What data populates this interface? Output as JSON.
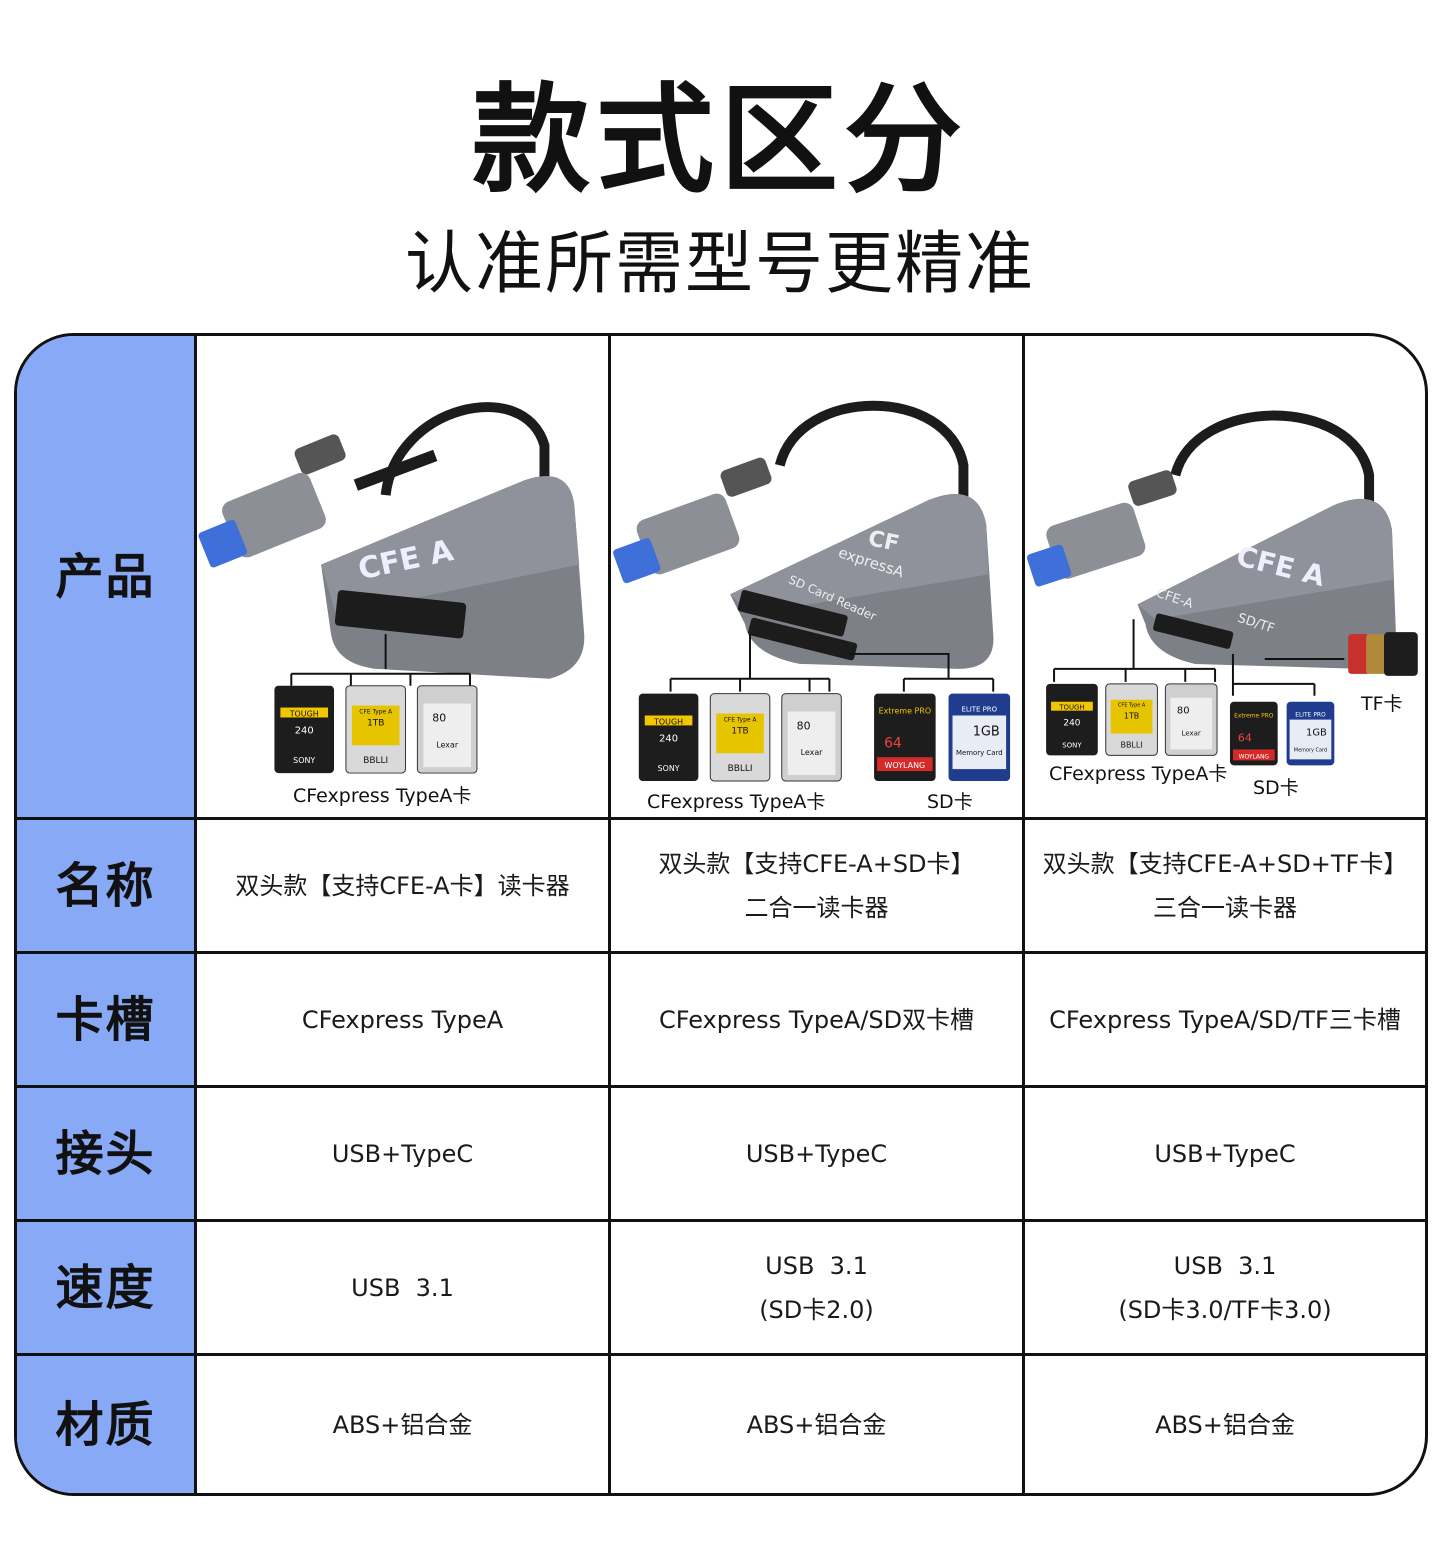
{
  "header": {
    "title": "款式区分",
    "subtitle": "认准所需型号更精准"
  },
  "rows": {
    "product": "产品",
    "name": "名称",
    "slot": "卡槽",
    "connector": "接头",
    "speed": "速度",
    "material": "材质"
  },
  "models": [
    {
      "caption_cfe": "CFexpress TypeA卡",
      "name_line1": "双头款【支持CFE-A卡】读卡器",
      "name_line2": "",
      "slot": "CFexpress TypeA",
      "connector": "USB+TypeC",
      "speed_line1": "USB  3.1",
      "speed_line2": "",
      "material": "ABS+铝合金"
    },
    {
      "caption_cfe": "CFexpress TypeA卡",
      "caption_sd": "SD卡",
      "name_line1": "双头款【支持CFE-A+SD卡】",
      "name_line2": "二合一读卡器",
      "slot": "CFexpress TypeA/SD双卡槽",
      "connector": "USB+TypeC",
      "speed_line1": "USB  3.1",
      "speed_line2": "(SD卡2.0)",
      "material": "ABS+铝合金"
    },
    {
      "caption_cfe": "CFexpress TypeA卡",
      "caption_sd": "SD卡",
      "caption_tf": "TF卡",
      "name_line1": "双头款【支持CFE-A+SD+TF卡】",
      "name_line2": "三合一读卡器",
      "slot": "CFexpress TypeA/SD/TF三卡槽",
      "connector": "USB+TypeC",
      "speed_line1": "USB  3.1",
      "speed_line2": "(SD卡3.0/TF卡3.0)",
      "material": "ABS+铝合金"
    }
  ],
  "device_labels": {
    "brand": "CFE A",
    "cf": "CF",
    "express_a": "expressA",
    "sd_reader": "SD Card Reader",
    "slot_cfea": "CFE-A",
    "slot_sdtf": "SD/TF"
  },
  "card_labels": {
    "sony": [
      "TOUGH",
      "240",
      "SONY"
    ],
    "bblli": [
      "CFE Type A",
      "1TB",
      "BBLLI"
    ],
    "lexar": [
      "80",
      "Lexar"
    ],
    "sd_extreme": [
      "Extreme PRO",
      "64",
      "WOYLANG"
    ],
    "sd_elite": [
      "ELITE PRO",
      "1GB",
      "Memory Card"
    ]
  },
  "colors": {
    "row_header": "#88a9f6",
    "border": "#111111",
    "device": "#7d8087"
  }
}
